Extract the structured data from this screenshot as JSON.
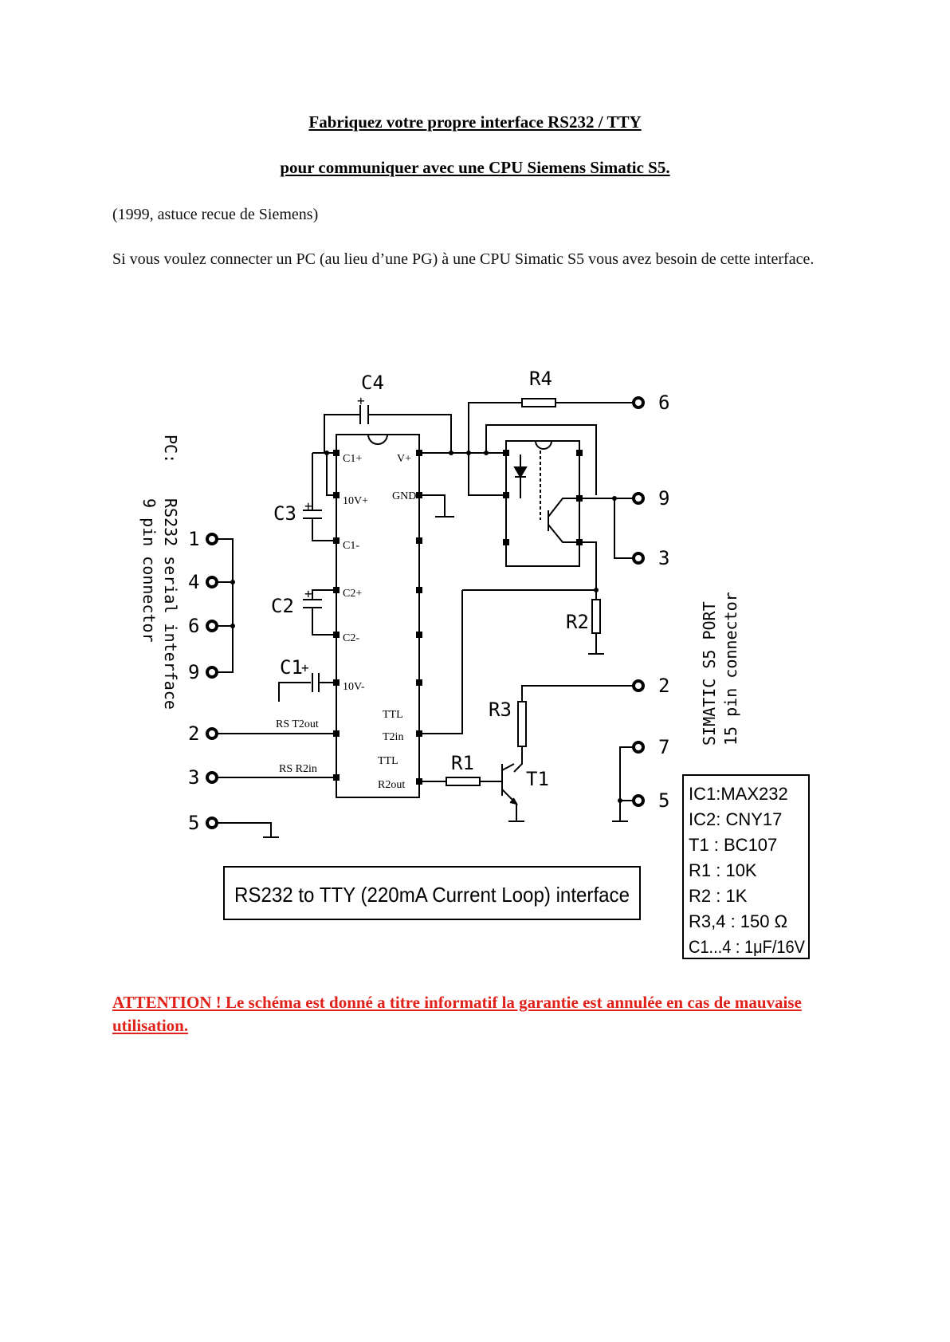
{
  "title_line1": "Fabriquez votre propre interface RS232 / TTY",
  "title_line2": "pour communiquer avec une CPU Siemens Simatic S5.",
  "para1": "(1999, astuce recue de Siemens)",
  "para2": "Si vous voulez connecter un PC (au lieu d’une PG) à une CPU Simatic S5 vous avez besoin de cette interface.",
  "warning": "ATTENTION ! Le schéma est donné a titre informatif la garantie est annulée en cas de mauvaise utilisation.",
  "schematic": {
    "left_connector_title": "PC:",
    "left_connector_line1": "RS232 serial interface",
    "left_connector_line2": "9 pin connector",
    "right_connector_line1": "SIMATIC S5 PORT",
    "right_connector_line2": "15 pin connector",
    "pc_pins": {
      "p1": "1",
      "p4": "4",
      "p6": "6",
      "p9": "9",
      "p2": "2",
      "p3": "3",
      "p5": "5"
    },
    "s5_pins": {
      "p6": "6",
      "p9": "9",
      "p3": "3",
      "p2": "2",
      "p7": "7",
      "p5": "5"
    },
    "ic_pins": {
      "c1p": "C1+",
      "v_plus": "V+",
      "v10p": "10V+",
      "gnd": "GND",
      "c1m": "C1-",
      "c2p": "C2+",
      "c2m": "C2-",
      "v10m": "10V-",
      "ttl_a": "TTL",
      "t2in": "T2in",
      "ttl_b": "TTL",
      "r2out": "R2out",
      "rs_t2out": "RS T2out",
      "rs_r2in": "RS R2in"
    },
    "components": {
      "c4": "C4",
      "c3": "C3",
      "c2": "C2",
      "c1": "C1",
      "r4": "R4",
      "r2": "R2",
      "r3": "R3",
      "r1": "R1",
      "t1": "T1",
      "plus": "+"
    },
    "caption": "RS232 to TTY (220mA Current Loop) interface",
    "parts": [
      "IC1:MAX232",
      "IC2: CNY17",
      "T1 : BC107",
      "R1 : 10K",
      "R2 : 1K",
      "R3,4 : 150 Ω",
      "C1...4 : 1μF/16V"
    ]
  }
}
